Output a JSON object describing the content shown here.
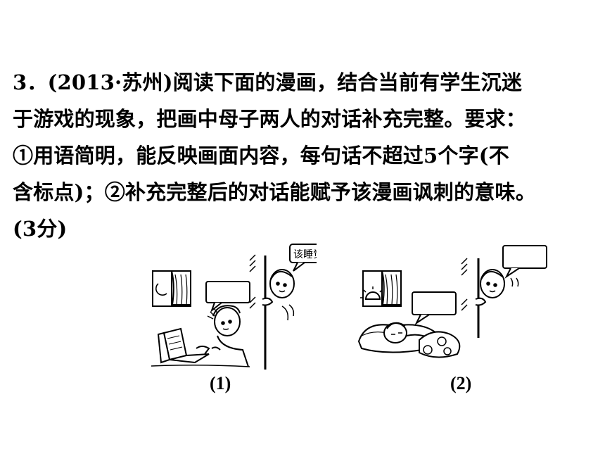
{
  "question": {
    "lines": [
      "3．(2013·苏州)阅读下面的漫画，结合当前有学生沉迷",
      "于游戏的现象，把画中母子两人的对话补充完整。要求：",
      "①用语简明，能反映画面内容，每句话不超过5个字(不",
      "含标点)；②补充完整后的对话能赋予该漫画讽刺的意味。",
      "(3分)"
    ]
  },
  "comic": {
    "panel1": {
      "speech_bubble_text": "该睡觉了!",
      "caption": "(1)"
    },
    "panel2": {
      "caption": "(2)"
    }
  }
}
